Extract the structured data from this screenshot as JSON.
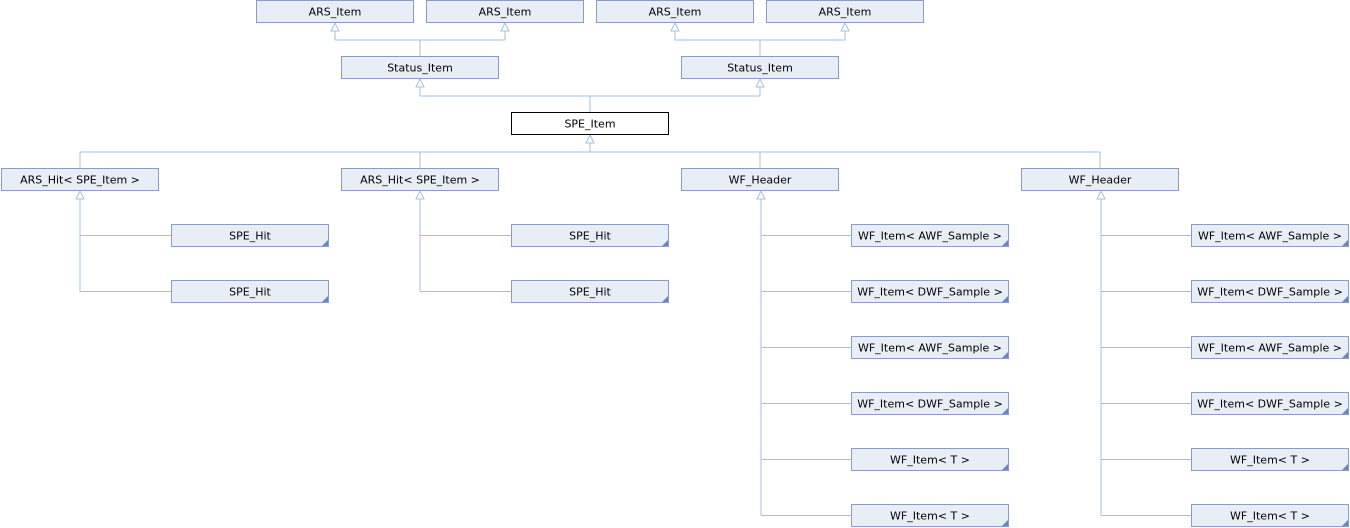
{
  "nodes": {
    "ars_item_1": "ARS_Item",
    "ars_item_2": "ARS_Item",
    "ars_item_3": "ARS_Item",
    "ars_item_4": "ARS_Item",
    "status_item_1": "Status_Item",
    "status_item_2": "Status_Item",
    "spe_item": "SPE_Item",
    "ars_hit_1": "ARS_Hit< SPE_Item >",
    "ars_hit_2": "ARS_Hit< SPE_Item >",
    "wf_header_1": "WF_Header",
    "wf_header_2": "WF_Header",
    "spe_hit_1": "SPE_Hit",
    "spe_hit_2": "SPE_Hit",
    "spe_hit_3": "SPE_Hit",
    "spe_hit_4": "SPE_Hit",
    "wf_item_1_1": "WF_Item< AWF_Sample >",
    "wf_item_1_2": "WF_Item< DWF_Sample >",
    "wf_item_1_3": "WF_Item< AWF_Sample >",
    "wf_item_1_4": "WF_Item< DWF_Sample >",
    "wf_item_1_5": "WF_Item< T >",
    "wf_item_1_6": "WF_Item< T >",
    "wf_item_2_1": "WF_Item< AWF_Sample >",
    "wf_item_2_2": "WF_Item< DWF_Sample >",
    "wf_item_2_3": "WF_Item< AWF_Sample >",
    "wf_item_2_4": "WF_Item< DWF_Sample >",
    "wf_item_2_5": "WF_Item< T >",
    "wf_item_2_6": "WF_Item< T >"
  },
  "edges": [
    [
      "status_item_1",
      "ars_item_1"
    ],
    [
      "status_item_1",
      "ars_item_2"
    ],
    [
      "status_item_2",
      "ars_item_3"
    ],
    [
      "status_item_2",
      "ars_item_4"
    ],
    [
      "spe_item",
      "status_item_1"
    ],
    [
      "spe_item",
      "status_item_2"
    ],
    [
      "ars_hit_1",
      "spe_item"
    ],
    [
      "ars_hit_2",
      "spe_item"
    ],
    [
      "wf_header_1",
      "spe_item"
    ],
    [
      "wf_header_2",
      "spe_item"
    ],
    [
      "spe_hit_1",
      "ars_hit_1"
    ],
    [
      "spe_hit_2",
      "ars_hit_1"
    ],
    [
      "spe_hit_3",
      "ars_hit_2"
    ],
    [
      "spe_hit_4",
      "ars_hit_2"
    ],
    [
      "wf_item_1_1",
      "wf_header_1"
    ],
    [
      "wf_item_1_2",
      "wf_header_1"
    ],
    [
      "wf_item_1_3",
      "wf_header_1"
    ],
    [
      "wf_item_1_4",
      "wf_header_1"
    ],
    [
      "wf_item_1_5",
      "wf_header_1"
    ],
    [
      "wf_item_1_6",
      "wf_header_1"
    ],
    [
      "wf_item_2_1",
      "wf_header_2"
    ],
    [
      "wf_item_2_2",
      "wf_header_2"
    ],
    [
      "wf_item_2_3",
      "wf_header_2"
    ],
    [
      "wf_item_2_4",
      "wf_header_2"
    ],
    [
      "wf_item_2_5",
      "wf_header_2"
    ],
    [
      "wf_item_2_6",
      "wf_header_2"
    ]
  ],
  "current_node": "spe_item",
  "colors": {
    "box_fill": "#e8eef8",
    "box_border": "#8a9cc4",
    "edge": "#a3c1dd",
    "corner_marker": "#6a86c2"
  }
}
